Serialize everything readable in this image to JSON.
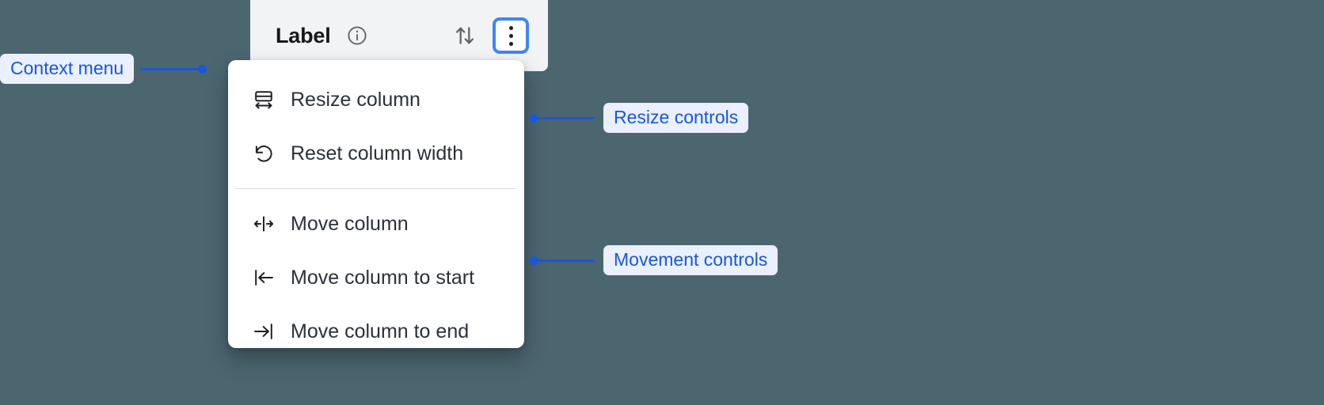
{
  "background_color": "#4c6670",
  "accent_color": "#1a56db",
  "focus_ring_color": "#4285f4",
  "column_header": {
    "label": "Label",
    "info_icon": "info-circle-icon",
    "sort_icon": "sort-up-down-icon",
    "menu_icon": "kebab-vertical-icon"
  },
  "context_menu": {
    "groups": [
      {
        "name": "resize",
        "items": [
          {
            "label": "Resize column",
            "icon": "resize-column-icon"
          },
          {
            "label": "Reset column width",
            "icon": "reset-undo-icon"
          }
        ]
      },
      {
        "name": "movement",
        "items": [
          {
            "label": "Move column",
            "icon": "move-column-icon"
          },
          {
            "label": "Move column to start",
            "icon": "move-to-start-icon"
          },
          {
            "label": "Move column to end",
            "icon": "move-to-end-icon"
          }
        ]
      }
    ]
  },
  "annotations": [
    {
      "id": "context-menu",
      "label": "Context menu"
    },
    {
      "id": "resize",
      "label": "Resize controls"
    },
    {
      "id": "movement",
      "label": "Movement controls"
    }
  ]
}
